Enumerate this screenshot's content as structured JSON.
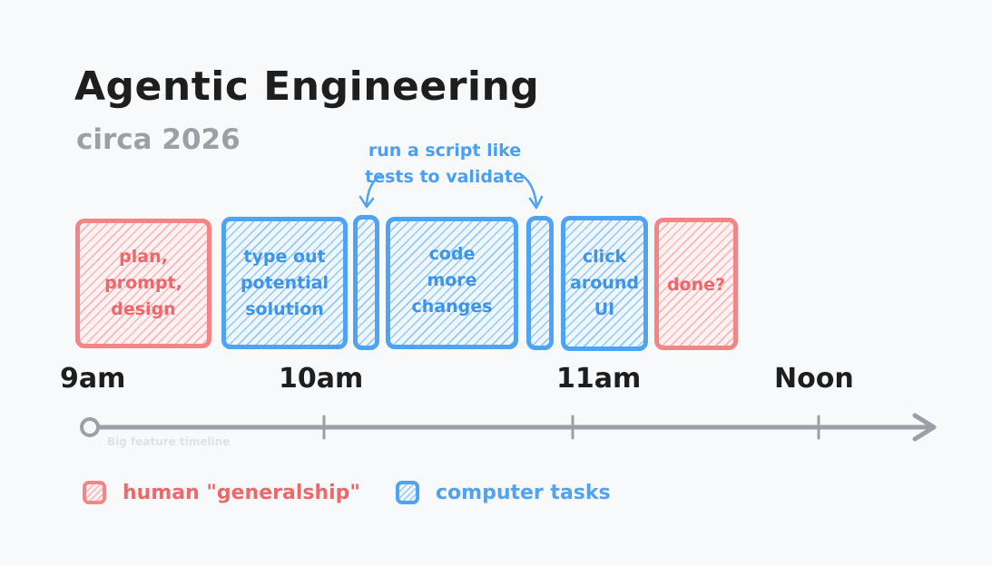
{
  "title": "Agentic Engineering",
  "subtitle": "circa 2026",
  "annotation": "run a script like\ntests to validate",
  "blocks": [
    {
      "label": "plan,\nprompt,\ndesign",
      "kind": "human"
    },
    {
      "label": "type out\npotential\nsolution",
      "kind": "computer"
    },
    {
      "label": "",
      "kind": "computer"
    },
    {
      "label": "code\nmore\nchanges",
      "kind": "computer"
    },
    {
      "label": "",
      "kind": "computer"
    },
    {
      "label": "click\naround\nUI",
      "kind": "computer"
    },
    {
      "label": "done?",
      "kind": "human"
    }
  ],
  "timeline": {
    "ticks": [
      "9am",
      "10am",
      "11am",
      "Noon"
    ],
    "caption": "Big feature timeline"
  },
  "legend": [
    {
      "label": "human \"generalship\"",
      "kind": "human"
    },
    {
      "label": "computer tasks",
      "kind": "computer"
    }
  ],
  "colors": {
    "human": "#f48587",
    "computer": "#4ea3f2",
    "axis": "#9aa0a6",
    "text": "#1e1e1e"
  }
}
